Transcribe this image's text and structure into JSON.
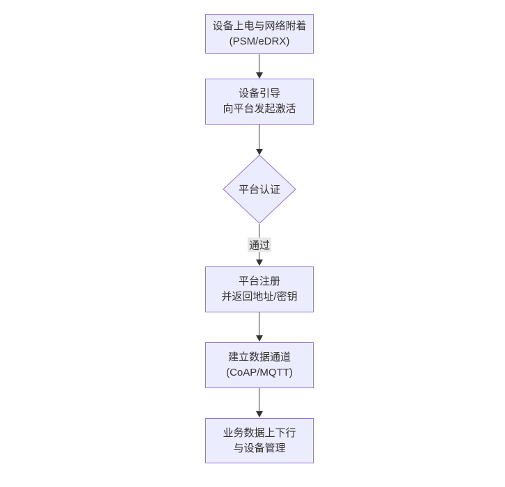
{
  "diagram": {
    "type": "flowchart",
    "direction": "top-down",
    "colors": {
      "canvas_bg": "#ffffff",
      "node_fill": "#ECECFF",
      "node_border": "#9370DB",
      "text_color": "#333333",
      "arrow_color": "#333333",
      "edge_label_bg": "#e8e8e8"
    },
    "nodes": [
      {
        "id": "power-attach",
        "shape": "rect",
        "lines": [
          "设备上电与网络附着",
          "(PSM/eDRX)"
        ]
      },
      {
        "id": "bootstrap",
        "shape": "rect",
        "lines": [
          "设备引导",
          "向平台发起激活"
        ]
      },
      {
        "id": "platform-auth",
        "shape": "diamond",
        "lines": [
          "平台认证"
        ]
      },
      {
        "id": "register",
        "shape": "rect",
        "lines": [
          "平台注册",
          "并返回地址/密钥"
        ]
      },
      {
        "id": "data-channel",
        "shape": "rect",
        "lines": [
          "建立数据通道",
          "(CoAP/MQTT)"
        ]
      },
      {
        "id": "business-data",
        "shape": "rect",
        "lines": [
          "业务数据上下行",
          "与设备管理"
        ]
      }
    ],
    "edges": [
      {
        "from": "power-attach",
        "to": "bootstrap",
        "label": ""
      },
      {
        "from": "bootstrap",
        "to": "platform-auth",
        "label": ""
      },
      {
        "from": "platform-auth",
        "to": "register",
        "label": "通过"
      },
      {
        "from": "register",
        "to": "data-channel",
        "label": ""
      },
      {
        "from": "data-channel",
        "to": "business-data",
        "label": ""
      }
    ]
  }
}
